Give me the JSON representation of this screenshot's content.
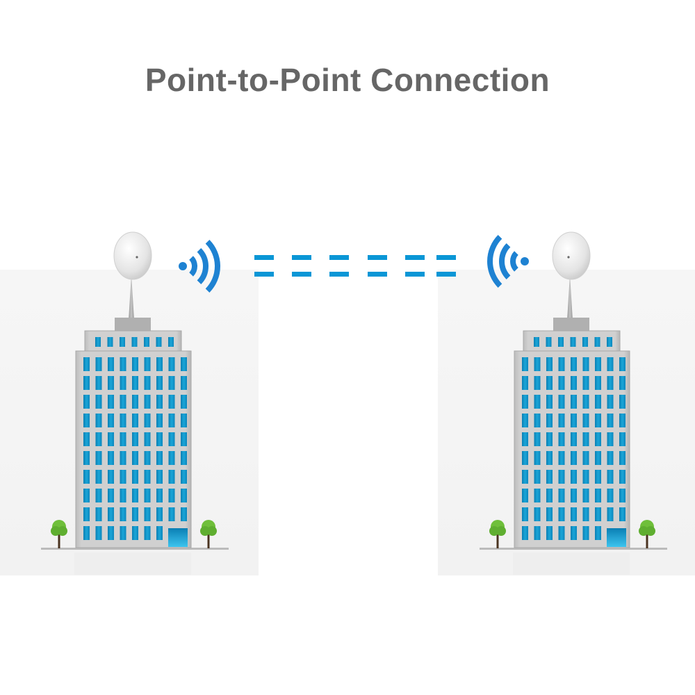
{
  "title": "Point-to-Point Connection",
  "colors": {
    "title": "#666666",
    "signal": "#1e82d2",
    "link_dashes": "#0a96d6",
    "window": "#1aa6d8",
    "building": "#c9c9c9",
    "tree": "#6fbf3a"
  },
  "sites": [
    {
      "name": "left-building",
      "device": "dish-antenna",
      "signal_direction": "right"
    },
    {
      "name": "right-building",
      "device": "dish-antenna",
      "signal_direction": "left"
    }
  ],
  "link": {
    "dash_pairs": 6
  }
}
